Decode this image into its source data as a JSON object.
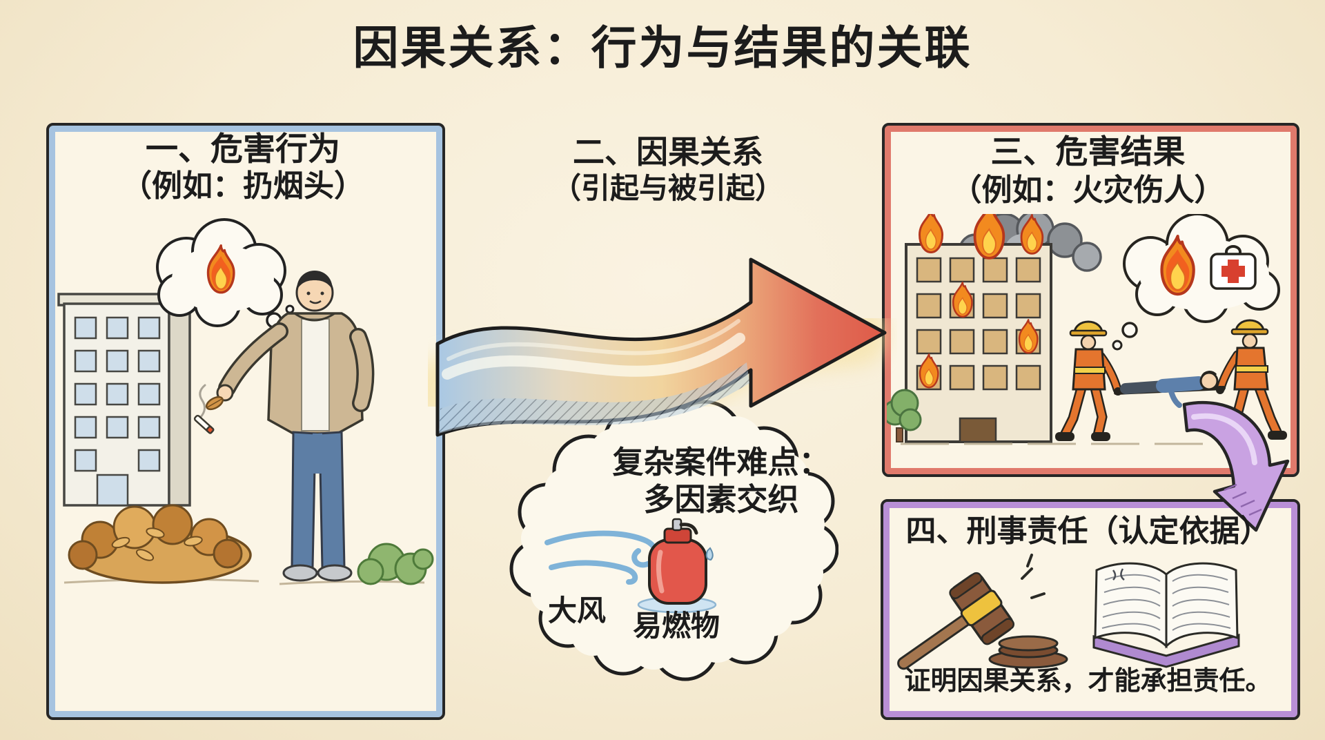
{
  "title": "因果关系：行为与结果的关联",
  "sections": {
    "behavior": {
      "heading": "一、危害行为",
      "example": "（例如：扔烟头）",
      "border_color": "#a6c3e0"
    },
    "causation": {
      "heading": "二、因果关系",
      "example": "（引起与被引起）"
    },
    "result": {
      "heading": "三、危害结果",
      "example": "（例如：火灾伤人）",
      "border_color": "#e07a6c"
    },
    "liability": {
      "heading": "四、刑事责任（认定依据）",
      "caption": "证明因果关系，才能承担责任。",
      "border_color": "#b98fd6"
    }
  },
  "cloud": {
    "line1": "复杂案件难点：",
    "line2": "多因素交织",
    "factors": [
      {
        "label": "大风"
      },
      {
        "label": "易燃物"
      }
    ]
  },
  "colors": {
    "background": "#f6ecd4",
    "ink": "#1c1c1c",
    "arrow_blue": "#a9c8e4",
    "arrow_red": "#de5a48",
    "flame_orange": "#f28a1f",
    "flame_yellow": "#ffd34d",
    "firefighter_orange": "#e4752e",
    "gas_tank_red": "#e2574b",
    "gavel_brown": "#8a5a3c",
    "book_purple": "#b08ad0"
  },
  "icons": {
    "behavior": "building-icon, smoker-figure, cigarette-icon, flame-thought-bubble, leaf-pile-icon, bush-icon",
    "causation": "causal-arrow-icon, thought-cloud-icon, wind-icon, gas-tank-icon",
    "result": "burning-building-icon, smoke-icon, firefighters-stretcher-icon, first-aid-kit-icon",
    "liability": "gavel-icon, law-book-icon, down-arrow-icon"
  }
}
